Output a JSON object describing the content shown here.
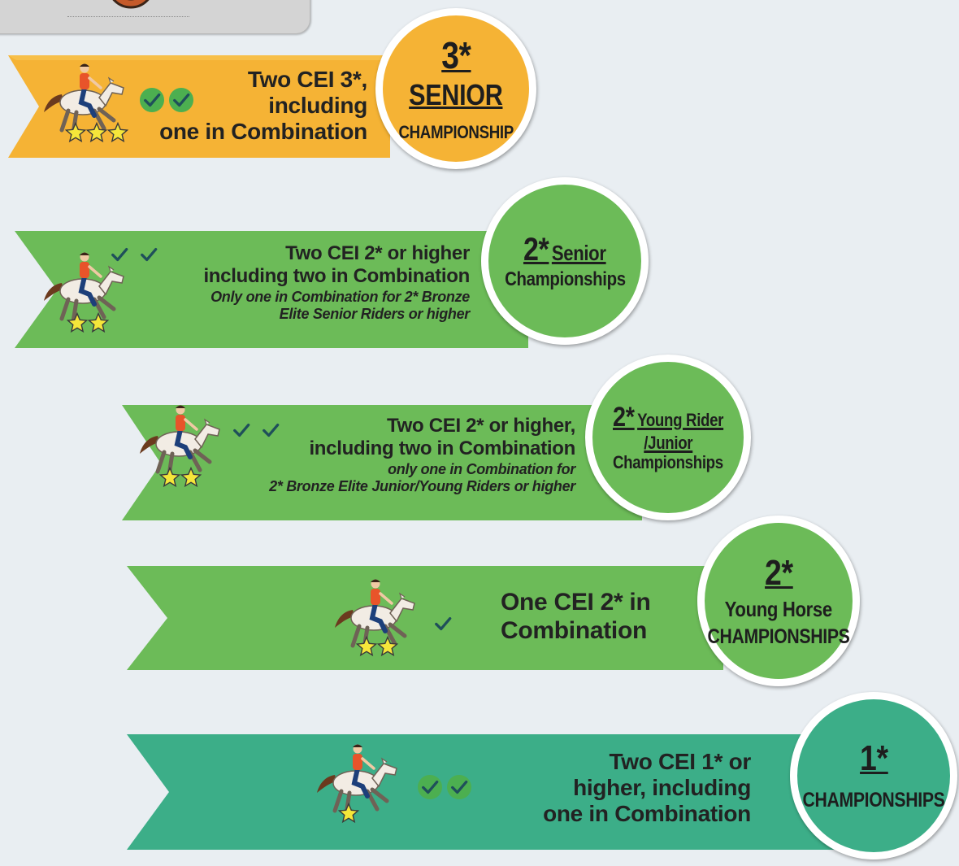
{
  "colors": {
    "gold": "#f5b335",
    "green": "#6cbb58",
    "teal": "#3cae88",
    "check_dark": "#1f4f5a",
    "check_fill": "#4caf50",
    "star": "#f5e63a"
  },
  "tiers": [
    {
      "id": "3star-senior",
      "lines": [
        "Two CEI 3*,",
        "including",
        "one in Combination"
      ],
      "notes": [],
      "badge": {
        "star": "3*",
        "title": "SENIOR",
        "subtitle": "CHAMPIONSHIP"
      },
      "stars": 3,
      "checks": 2
    },
    {
      "id": "2star-senior",
      "lines": [
        "Two CEI 2* or higher",
        "including two in Combination"
      ],
      "notes": [
        "Only one in Combination for 2* Bronze",
        "Elite Senior Riders or higher"
      ],
      "badge": {
        "star": "2*",
        "title": "Senior",
        "subtitle": "Championships"
      },
      "stars": 2,
      "checks": 2
    },
    {
      "id": "2star-young-rider",
      "lines": [
        "Two CEI 2* or higher,",
        "including two in Combination"
      ],
      "notes": [
        "only one in Combination for",
        "2* Bronze Elite Junior/Young Riders or higher"
      ],
      "badge": {
        "star": "2*",
        "title": "Young Rider",
        "title2": "/Junior",
        "subtitle": "Championships"
      },
      "stars": 2,
      "checks": 2
    },
    {
      "id": "2star-young-horse",
      "lines": [
        "One CEI 2* in",
        "Combination"
      ],
      "notes": [],
      "badge": {
        "star": "2*",
        "title": "Young Horse",
        "subtitle": "CHAMPIONSHIPS"
      },
      "stars": 2,
      "checks": 1
    },
    {
      "id": "1star",
      "lines": [
        "Two CEI 1* or",
        "higher, including",
        "one in Combination"
      ],
      "notes": [],
      "badge": {
        "star": "1*",
        "subtitle": "CHAMPIONSHIPS"
      },
      "stars": 1,
      "checks": 2
    }
  ]
}
